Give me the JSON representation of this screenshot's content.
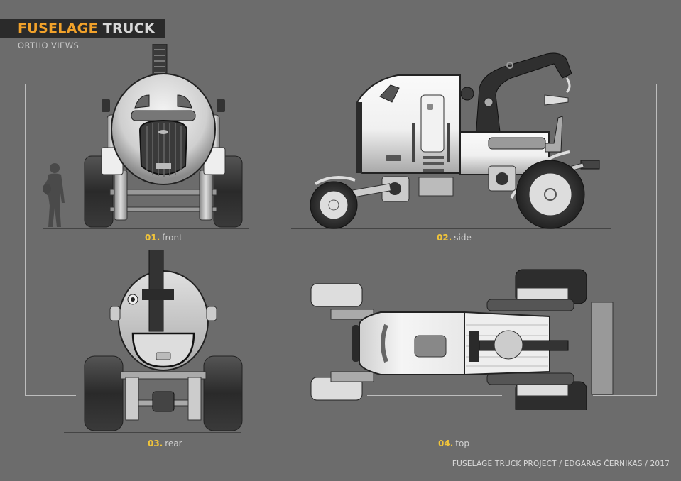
{
  "header": {
    "title_accent": "FUSELAGE",
    "title_main": "TRUCK",
    "subtitle": "ORTHO VIEWS"
  },
  "views": [
    {
      "number": "01.",
      "name": "front"
    },
    {
      "number": "02.",
      "name": "side"
    },
    {
      "number": "03.",
      "name": "rear"
    },
    {
      "number": "04.",
      "name": "top"
    }
  ],
  "footer": {
    "credit": "FUSELAGE TRUCK PROJECT / EDGARAS ČERNIKAS / 2017"
  },
  "colors": {
    "background": "#6c6c6c",
    "accent_orange": "#f2a22a",
    "label_yellow": "#f0c43a",
    "title_bar": "#2a2a2a"
  }
}
